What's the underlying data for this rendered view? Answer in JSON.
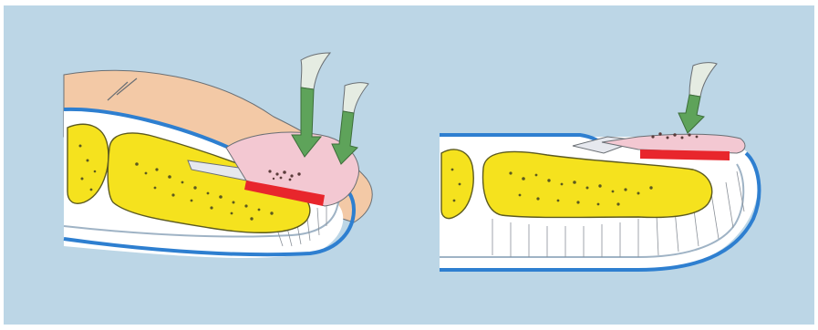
{
  "figure": {
    "panels": [
      {
        "name": "left-panel",
        "view": "finger-tip-cross-section-with-skin"
      },
      {
        "name": "right-panel",
        "view": "finger-tip-cross-section-bare"
      }
    ],
    "colors": {
      "background": "#bcd6e6",
      "bone": "#f5e21e",
      "bone_outline": "#5c5a20",
      "skin": "#f3c9a6",
      "epidermis": "#2e7fd0",
      "nail_bed_lesion": "#e8262c",
      "nail_plate": "#f3c8d2",
      "arrow": "#5ea35a",
      "arrow_tail": "#e5ece2",
      "soft_tissue": "#ffffff",
      "lines": "#6a6f74"
    },
    "icons": [
      "green-arrow-icon",
      "green-arrow-icon",
      "green-arrow-icon"
    ]
  }
}
